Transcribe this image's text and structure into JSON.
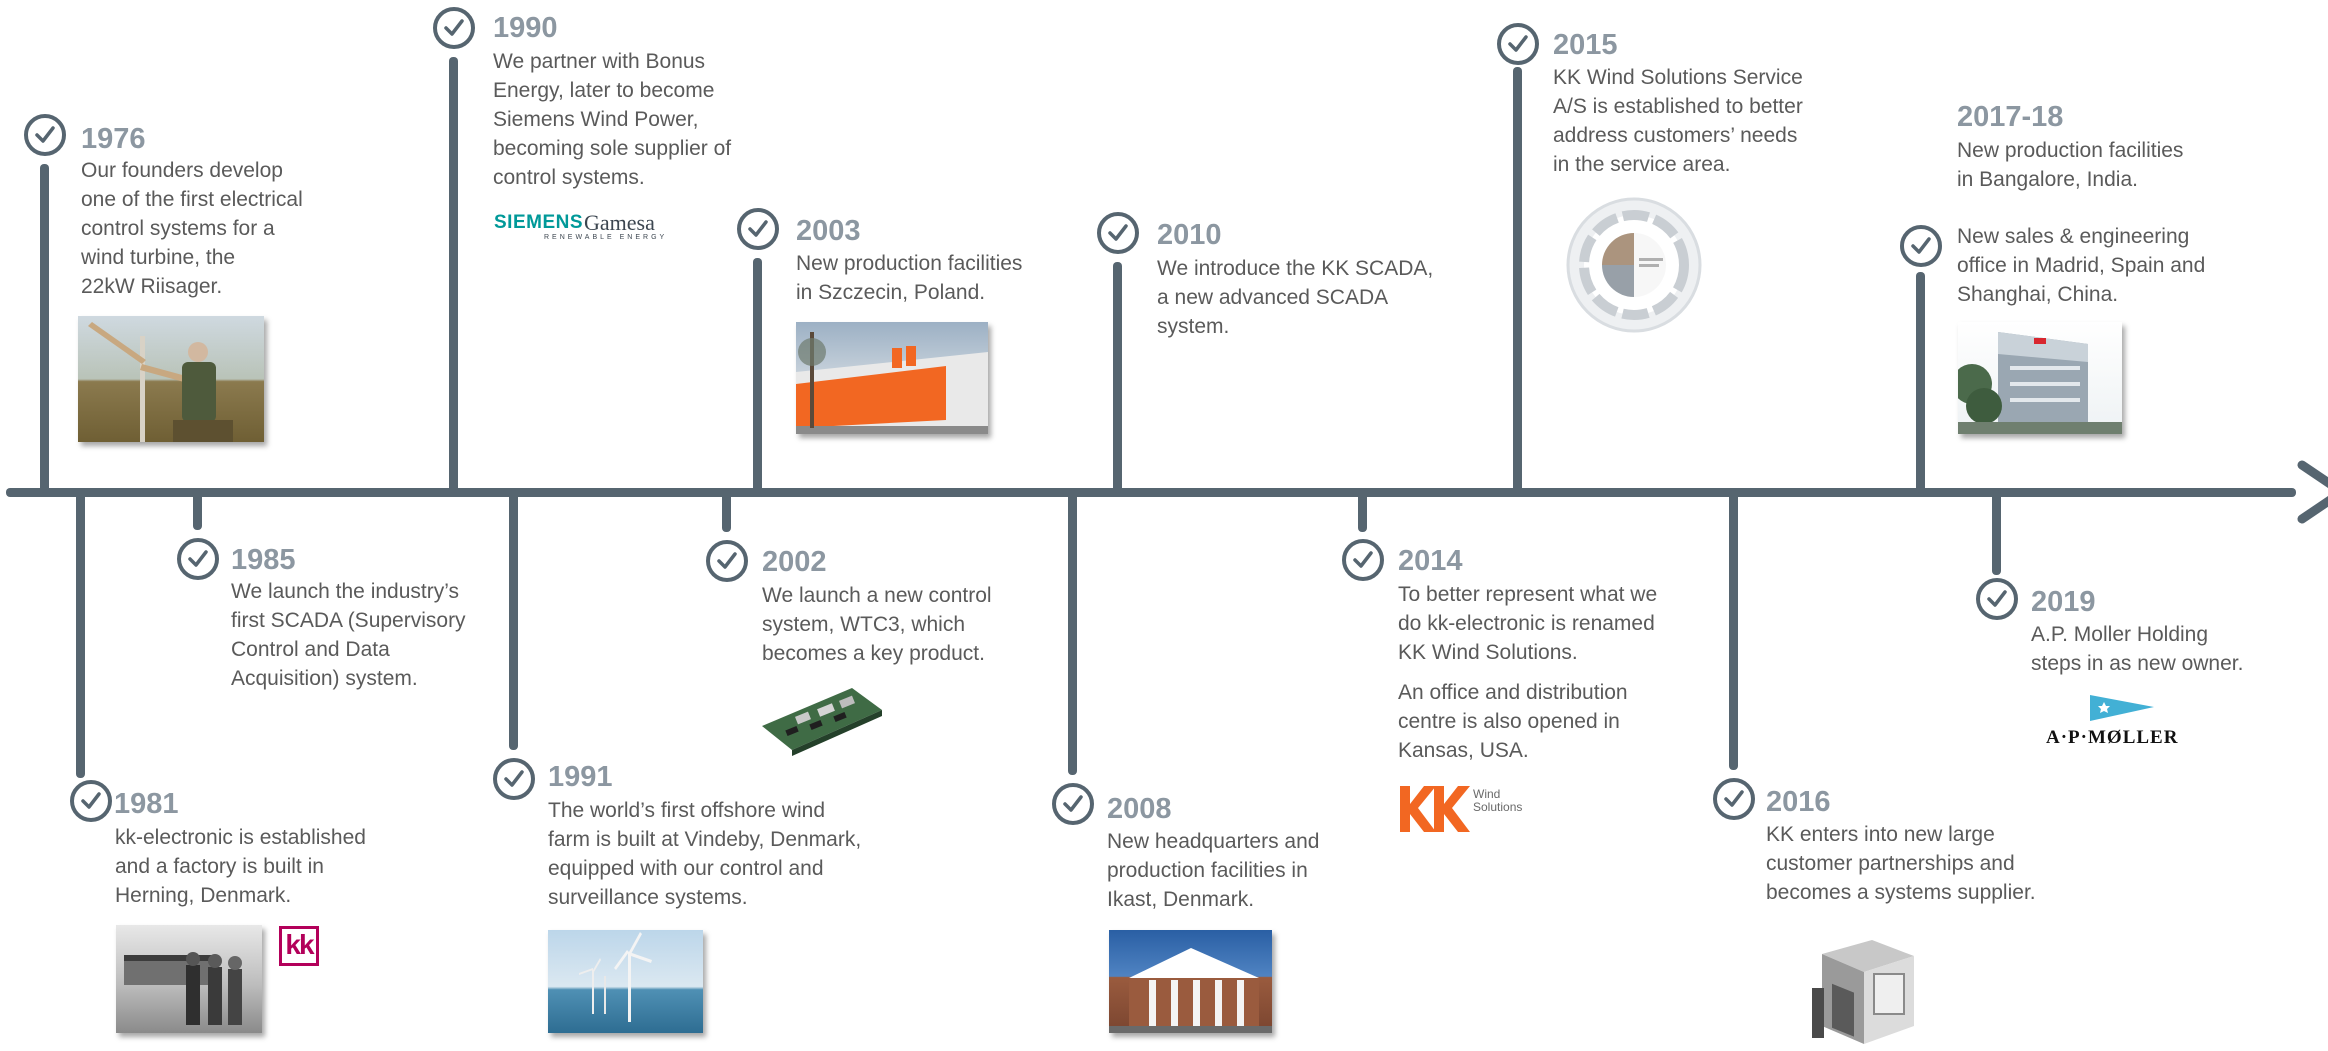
{
  "timeline": {
    "events": [
      {
        "year": "1976",
        "text": "Our founders develop\none of the first electrical\ncontrol systems for a\nwind turbine, the\n22kW Riisager."
      },
      {
        "year": "1981",
        "text": "kk-electronic is established\nand a factory is built in\nHerning, Denmark.",
        "logo_letters": "kk"
      },
      {
        "year": "1985",
        "text": "We launch the industry’s\nfirst SCADA (Supervisory\nControl and Data\nAcquisition) system."
      },
      {
        "year": "1990",
        "text": "We partner with Bonus\nEnergy, later to become\nSiemens Wind Power,\nbecoming sole supplier of\ncontrol systems.",
        "logo_text": "SIEMENS",
        "logo_text_2": "Gamesa",
        "logo_sub": "RENEWABLE ENERGY"
      },
      {
        "year": "1991",
        "text": "The world’s first offshore wind\nfarm is built at Vindeby, Denmark,\nequipped with our control and\nsurveillance systems."
      },
      {
        "year": "2002",
        "text": "We launch a new control\nsystem, WTC3, which\nbecomes a key product."
      },
      {
        "year": "2003",
        "text": "New production facilities\nin Szczecin, Poland."
      },
      {
        "year": "2008",
        "text": "New headquarters and\nproduction facilities in\nIkast, Denmark."
      },
      {
        "year": "2010",
        "text": "We introduce the KK SCADA,\na new advanced SCADA\nsystem."
      },
      {
        "year": "2014",
        "text": "To better represent what we\ndo kk-electronic is renamed\nKK Wind Solutions.",
        "text_2": "An office and distribution\ncentre is also opened in\nKansas, USA.",
        "logo_text": "Wind\nSolutions"
      },
      {
        "year": "2015",
        "text": "KK Wind Solutions Service\nA/S is established to  better\naddress customers’ needs\nin the service area."
      },
      {
        "year": "2016",
        "text": "KK enters into new large\ncustomer partnerships and\nbecomes a systems supplier."
      },
      {
        "year": "2017-18",
        "text": "New production facilities\nin Bangalore, India.",
        "text_2": "New sales & engineering\noffice in Madrid, Spain and\nShanghai, China."
      },
      {
        "year": "2019",
        "text": "A.P. Moller Holding\nsteps in as new owner.",
        "logo_text": "A·P·MØLLER"
      }
    ]
  },
  "colors": {
    "line": "#566570",
    "year": "#8c97a1",
    "text": "#5a5a5a",
    "siemens": "#009999",
    "kk_orange": "#f26722",
    "kk_magenta": "#b3005a",
    "maersk_blue": "#42b0d5"
  },
  "icons": {
    "check": "check-circle-icon",
    "arrow": "arrow-right-icon"
  }
}
